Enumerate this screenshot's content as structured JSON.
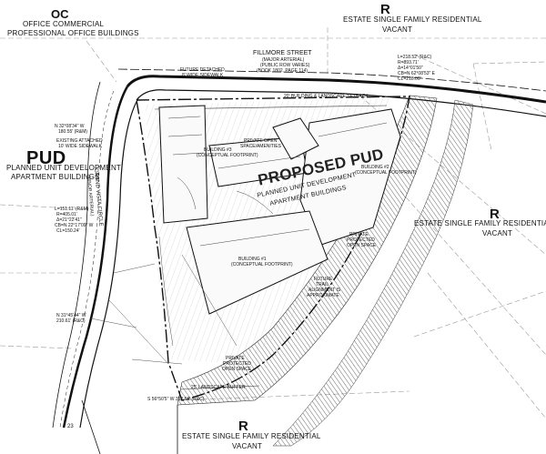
{
  "labels": {
    "oc_code": "OC",
    "oc_desc_1": "OFFICE COMMERCIAL",
    "oc_desc_2": "PROFESSIONAL OFFICE BUILDINGS",
    "r_north_code": "R",
    "r_north_desc_1": "ESTATE SINGLE FAMILY RESIDENTIAL",
    "r_north_desc_2": "VACANT",
    "pud_code": "PUD",
    "pud_desc_1": "PLANNED UNIT DEVELOPMENT",
    "pud_desc_2": "APARTMENT BUILDINGS",
    "r_east_code": "R",
    "r_east_desc_1": "ESTATE SINGLE FAMILY RESIDENTIAL",
    "r_east_desc_2": "VACANT",
    "r_south_code": "R",
    "r_south_desc_1": "ESTATE SINGLE FAMILY RESIDENTIAL",
    "r_south_desc_2": "VACANT",
    "proposed_title": "PROPOSED PUD",
    "proposed_desc_1": "PLANNED UNIT DEVELOPMENT",
    "proposed_desc_2": "APARTMENT BUILDINGS",
    "street_name": "FILLMORE STREET",
    "street_desc_1": "(MAJOR ARTERIAL)",
    "street_desc_2": "(PUBLIC ROW VARIES)",
    "street_desc_3": "(BOOK 1802, PAGE 114)",
    "curve_1": "L=218.52' (R&C)",
    "curve_2": "R=893.71'",
    "curve_3": "Δ=14°01'50\"",
    "curve_4": "CB=N 62°08'53\" E",
    "curve_5": "CL=218.00'",
    "bearing_nw_1": "N 32°08'34\" W",
    "bearing_nw_2": "180.55' (R&M)",
    "sidewalk_existing_1": "EXISTING ATTACHED",
    "sidewalk_existing_2": "10' WIDE SIDEWALK",
    "sidewalk_future_1": "FUTURE DETACHED",
    "sidewalk_future_2": "8' WIDE SIDEWALK",
    "curve_w_1": "L=151.11' (R&M)",
    "curve_w_2": "R=405.01'",
    "curve_w_3": "Δ=21°22'41\"",
    "curve_w_4": "CB=N 22°17'09\" W",
    "curve_w_5": "CL=150.24'",
    "bearing_sw_1": "N 31°45'44\" W",
    "bearing_sw_2": "210.61' (R&C)",
    "south_line": "S 56°50'5\" W   352.66' (R&C)",
    "bldg1_1": "BUILDING #1",
    "bldg1_2": "(CONCEPTUAL FOOTPRINT)",
    "bldg2_1": "BUILDING #2",
    "bldg2_2": "(CONCEPTUAL FOOTPRINT)",
    "bldg3_1": "BUILDING #3",
    "bldg3_2": "(CONCEPTUAL FOOTPRINT)",
    "open1_1": "PRIVATE OPEN",
    "open1_2": "SPACE/AMENITIES",
    "open2_1": "PRIVATE",
    "open2_2": "PROTECTED",
    "open2_3": "OPEN SPACE",
    "open3_1": "PRIVATE",
    "open3_2": "PROTECTED",
    "open3_3": "OPEN SPACE",
    "trail_1": "FUTURE",
    "trail_2": "TRAIL",
    "trail_3": "ALIGNMENT IS",
    "trail_4": "APPROXIMATE",
    "setback_n": "20' BUILDING & LANDSCAPE SETBACK",
    "setback_s": "25' LANDSCAPE BUFFER",
    "road_w": "GRAND VISTA CIRCLE",
    "road_w_desc": "(MINOR ARTERIAL)",
    "corner_num": "23"
  }
}
